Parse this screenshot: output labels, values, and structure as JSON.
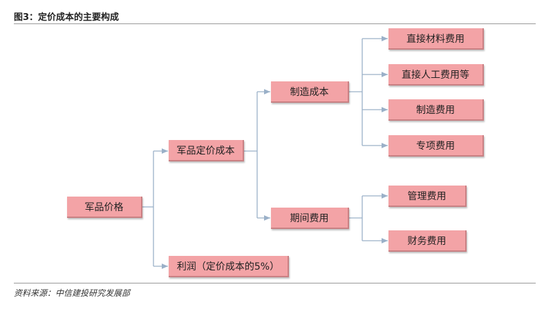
{
  "title": "图3：定价成本的主要构成",
  "source": "资料来源：中信建投研究发展部",
  "colors": {
    "node_fill": "#f3a3a6",
    "connector": "#9ab0c8"
  },
  "nodes": {
    "junpin_jiage": "军品价格",
    "junpin_dingjia_chengben": "军品定价成本",
    "lirun": "利润（定价成本的5%）",
    "zhizao_chengben": "制造成本",
    "qijian_feiyong": "期间费用",
    "zhijie_cailiao": "直接材料费用",
    "zhijie_rengong": "直接人工费用等",
    "zhizao_feiyong": "制造费用",
    "zhuanxiang_feiyong": "专项费用",
    "guanli_feiyong": "管理费用",
    "caiwu_feiyong": "财务费用"
  }
}
